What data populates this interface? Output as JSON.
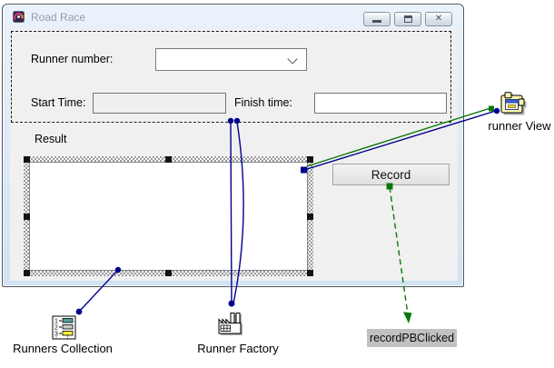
{
  "window": {
    "title": "Road Race",
    "close_glyph": "✕"
  },
  "form": {
    "runner_number_label": "Runner number:",
    "runner_number_value": "",
    "start_time_label": "Start Time:",
    "start_time_value": "",
    "finish_time_label": "Finish time:",
    "finish_time_value": "",
    "result_label": "Result",
    "record_button_label": "Record"
  },
  "annotations": {
    "runner_view_label": "runner View",
    "runners_collection_label": "Runners Collection",
    "runner_factory_label": "Runner Factory",
    "handler_label": "recordPBClicked"
  },
  "colors": {
    "connector_blue": "#00008f",
    "connector_green": "#077807",
    "form_background": "#f0f0f0",
    "frame_blue": "#d4e3f2",
    "handler_badge_bg": "#c1c1c1"
  }
}
